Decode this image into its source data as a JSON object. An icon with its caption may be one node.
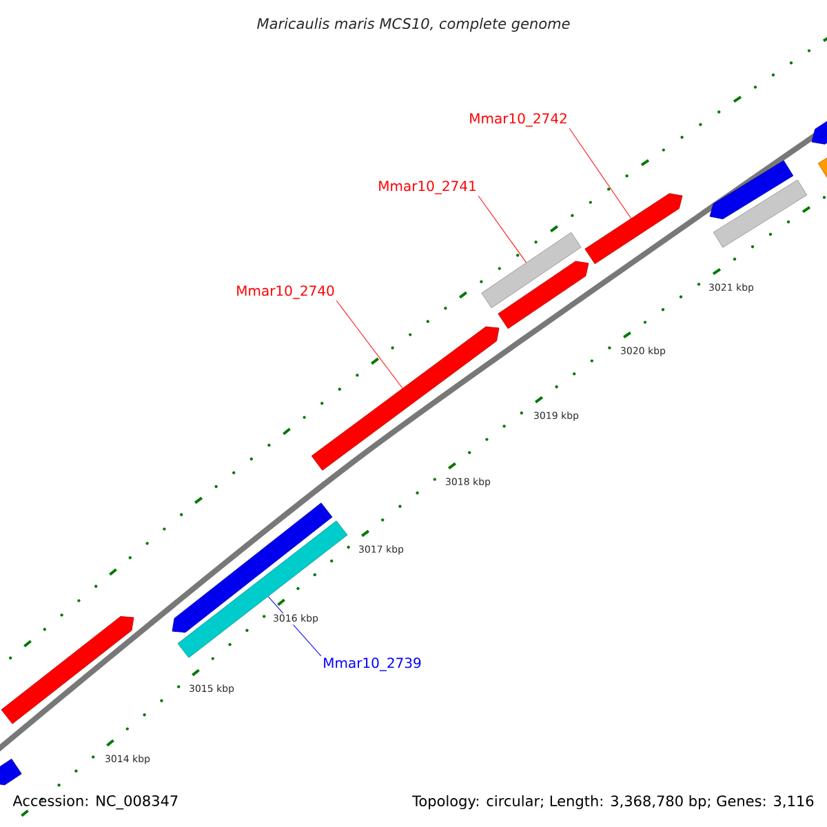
{
  "diagram": {
    "title": "Maricaulis maris MCS10, complete genome",
    "nodes": [
      {
        "text": [
          "Mmar10_2742"
        ]
      },
      {
        "text": [
          "Mmar10_2741"
        ]
      },
      {
        "text": [
          "Mmar10_2740"
        ]
      },
      {
        "text": [
          "Mmar10_2739"
        ]
      },
      {
        "text": [],
        "shape": "arrow"
      },
      {
        "text": [],
        "shape": "arrow"
      },
      {
        "text": [],
        "shape": "arrow"
      },
      {
        "text": [],
        "shape": "box"
      },
      {
        "text": [],
        "shape": "arrow"
      },
      {
        "text": [],
        "shape": "box"
      },
      {
        "text": [],
        "shape": "arrow"
      },
      {
        "text": [],
        "shape": "arrow"
      },
      {
        "text": [],
        "shape": "arrow"
      },
      {
        "text": [],
        "shape": "box"
      },
      {
        "text": [],
        "shape": "arrow"
      },
      {
        "text": [],
        "shape": "arrow"
      }
    ],
    "edges": [
      {
        "from": 0,
        "to": 11,
        "arrow": "none"
      },
      {
        "from": 1,
        "to": 9,
        "arrow": "none"
      },
      {
        "from": 2,
        "to": 8,
        "arrow": "none"
      },
      {
        "from": 3,
        "to": 7,
        "arrow": "none",
        "color": "#0000ff"
      }
    ],
    "labels": [
      "3021 kbp",
      "3020 kbp",
      "3019 kbp",
      "3018 kbp",
      "3017 kbp",
      "3016 kbp",
      "3015 kbp",
      "3014 kbp",
      "Accession: NC_008347",
      "Topology: circular; Length: 3,368,780 bp; Genes: 3,116"
    ]
  }
}
